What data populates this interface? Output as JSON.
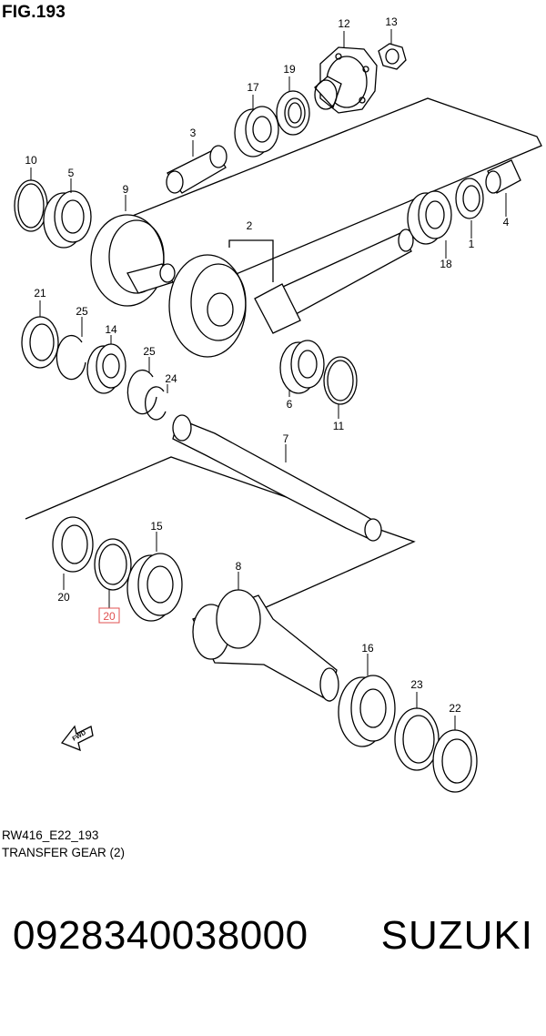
{
  "figure_title": "FIG.193",
  "diagram_code": "RW416_E22_193",
  "diagram_caption": "TRANSFER GEAR (2)",
  "fwd_label": "FWD",
  "highlight_color": "#e05050",
  "callouts": [
    {
      "label": "1"
    },
    {
      "label": "2"
    },
    {
      "label": "3"
    },
    {
      "label": "4"
    },
    {
      "label": "5"
    },
    {
      "label": "6"
    },
    {
      "label": "7"
    },
    {
      "label": "8"
    },
    {
      "label": "9"
    },
    {
      "label": "10"
    },
    {
      "label": "11"
    },
    {
      "label": "12"
    },
    {
      "label": "13"
    },
    {
      "label": "14"
    },
    {
      "label": "15"
    },
    {
      "label": "16"
    },
    {
      "label": "17"
    },
    {
      "label": "18"
    },
    {
      "label": "19"
    },
    {
      "label": "20"
    },
    {
      "label": "20",
      "highlighted": true
    },
    {
      "label": "21"
    },
    {
      "label": "22"
    },
    {
      "label": "23"
    },
    {
      "label": "24"
    },
    {
      "label": "25"
    },
    {
      "label": "25"
    }
  ],
  "part_number": "0928340038000",
  "brand": "SUZUKI"
}
